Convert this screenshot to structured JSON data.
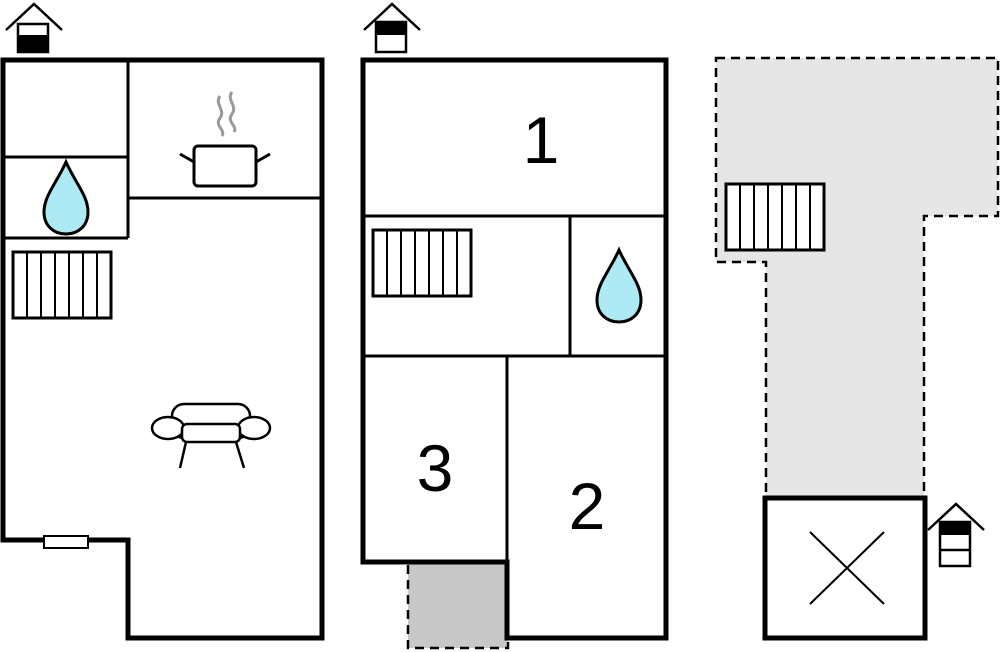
{
  "floors": [
    {
      "level_icon": "house-level-ground-icon",
      "rooms": [
        {
          "icon": "storage-room"
        },
        {
          "icon": "kitchen-pot-icon"
        },
        {
          "icon": "bathroom-water-drop-icon"
        },
        {
          "icon": "stairs-icon"
        },
        {
          "icon": "living-room-sofa-icon"
        },
        {
          "icon": "window-icon"
        }
      ]
    },
    {
      "level_icon": "house-level-first-icon",
      "rooms": [
        {
          "number": "1"
        },
        {
          "icon": "stairs-icon"
        },
        {
          "icon": "bathroom-water-drop-icon"
        },
        {
          "number": "3"
        },
        {
          "number": "2"
        },
        {
          "icon": "balcony-area"
        }
      ]
    },
    {
      "level_icon": "house-level-attic-icon",
      "rooms": [
        {
          "icon": "attic-open-area"
        },
        {
          "icon": "stairs-icon"
        },
        {
          "icon": "void-cross-icon"
        }
      ]
    }
  ],
  "colors": {
    "wall": "#000000",
    "water": "#aeeaf4",
    "open_area": "#e6e6e6",
    "balcony": "#c8c8c8",
    "steam": "#999999"
  }
}
